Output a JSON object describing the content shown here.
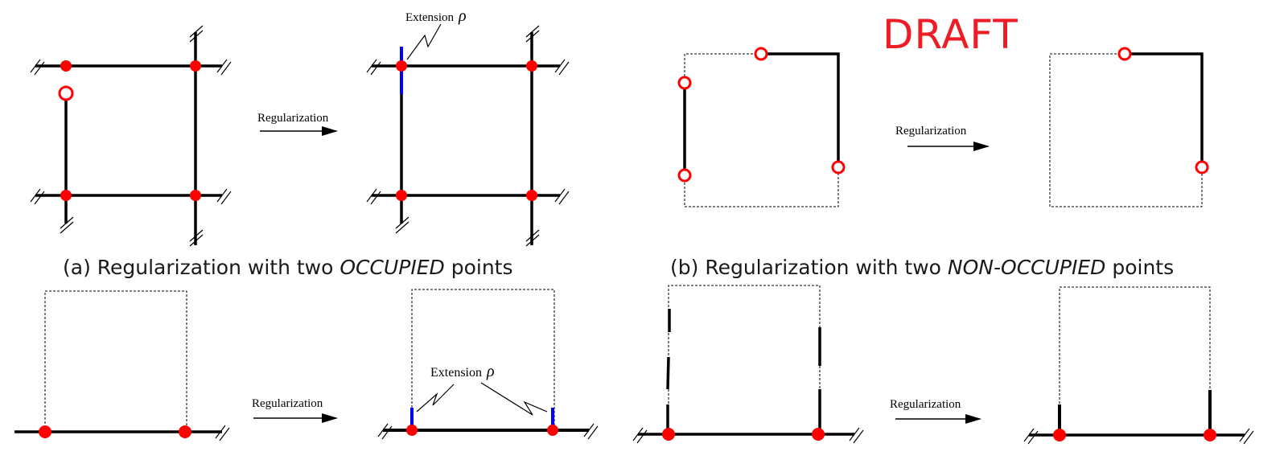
{
  "watermark": "DRAFT",
  "captions": {
    "a": {
      "prefix": "(a) Regularization with two ",
      "emph": "OCCUPIED",
      "suffix": " points"
    },
    "b": {
      "prefix": "(b) Regularization with two ",
      "emph": "NON-OCCUPIED",
      "suffix": " points"
    }
  },
  "labels": {
    "regularization": "Regularization",
    "extension": "Extension",
    "rho": "ρ"
  },
  "colors": {
    "line": "#000000",
    "point": "#ff0000",
    "extension": "#0000ff",
    "dashed": "#000000",
    "watermark": "#ee1c24"
  }
}
